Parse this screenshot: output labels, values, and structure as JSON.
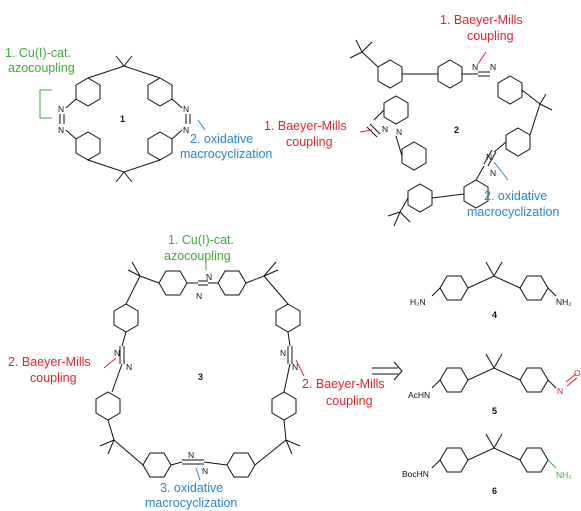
{
  "colors": {
    "green": "#3cab3c",
    "red": "#d9262e",
    "blue": "#2a86c6",
    "black": "#111111"
  },
  "compounds": {
    "c1": {
      "number": "1",
      "N_label": "N",
      "annotation_1": [
        "1. Cu(I)-cat.",
        "azocoupling"
      ],
      "annotation_2": [
        "2. oxidative",
        "macrocyclization"
      ]
    },
    "c2": {
      "number": "2",
      "N_label": "N",
      "annotation_1": [
        "1. Baeyer-Mills",
        "coupling"
      ],
      "annotation_2": [
        "1. Baeyer-Mills",
        "coupling"
      ],
      "annotation_3": [
        "2. oxidative",
        "macrocyclization"
      ]
    },
    "c3": {
      "number": "3",
      "N_label": "N",
      "annotation_top": [
        "1. Cu(I)-cat.",
        "azocoupling"
      ],
      "annotation_left": [
        "2. Baeyer-Mills",
        "coupling"
      ],
      "annotation_right": [
        "2. Baeyer-Mills",
        "coupling"
      ],
      "annotation_bottom": [
        "3. oxidative",
        "macrocyclization"
      ]
    },
    "c4": {
      "number": "4",
      "left_group": "H₂N",
      "right_group": "NH₂"
    },
    "c5": {
      "number": "5",
      "left_group": "AcHN",
      "right_group": "N",
      "right_tail": "O"
    },
    "c6": {
      "number": "6",
      "left_group": "BocHN",
      "right_group": "NH₂"
    }
  },
  "arrow": {
    "type": "retrosynthetic"
  }
}
